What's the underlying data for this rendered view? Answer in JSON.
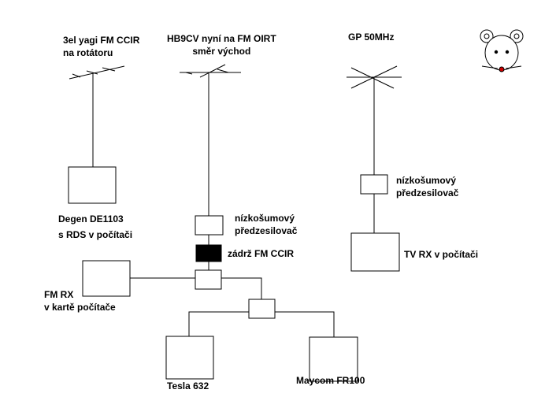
{
  "antennas": {
    "yagi": {
      "line1": "3el yagi FM CCIR",
      "line2": "na rotátoru"
    },
    "hb9cv": {
      "line1": "HB9CV nyní na FM OIRT",
      "line2": "směr východ"
    },
    "gp": {
      "line1": "GP 50MHz"
    }
  },
  "devices": {
    "degen": {
      "line1": "Degen DE1103",
      "line2": "s RDS v počítači"
    },
    "lna_fm": {
      "line1": "nízkošumový",
      "line2": "předzesilovač"
    },
    "filter": {
      "line1": "zádrž FM CCIR"
    },
    "fm_rx": {
      "line1": "FM RX",
      "line2": "v kartě počítače"
    },
    "tesla": {
      "line1": "Tesla 632"
    },
    "maycom": {
      "line1": "Maycom FR100"
    },
    "lna_gp": {
      "line1": "nízkošumový",
      "line2": "předzesilovač"
    },
    "tv_rx": {
      "line1": "TV RX v počítači"
    }
  }
}
